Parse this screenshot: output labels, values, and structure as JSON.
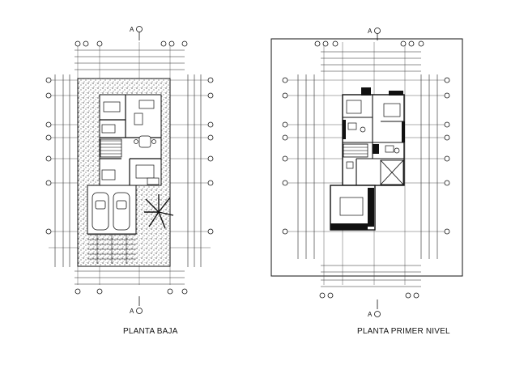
{
  "plans": [
    {
      "id": "planta-baja",
      "caption": "PLANTA BAJA"
    },
    {
      "id": "planta-primer-nivel",
      "caption": "PLANTA PRIMER NIVEL"
    }
  ],
  "section_marker": {
    "label": "A"
  },
  "colors": {
    "line": "#111111",
    "hatch": "#555555",
    "background": "#ffffff"
  }
}
